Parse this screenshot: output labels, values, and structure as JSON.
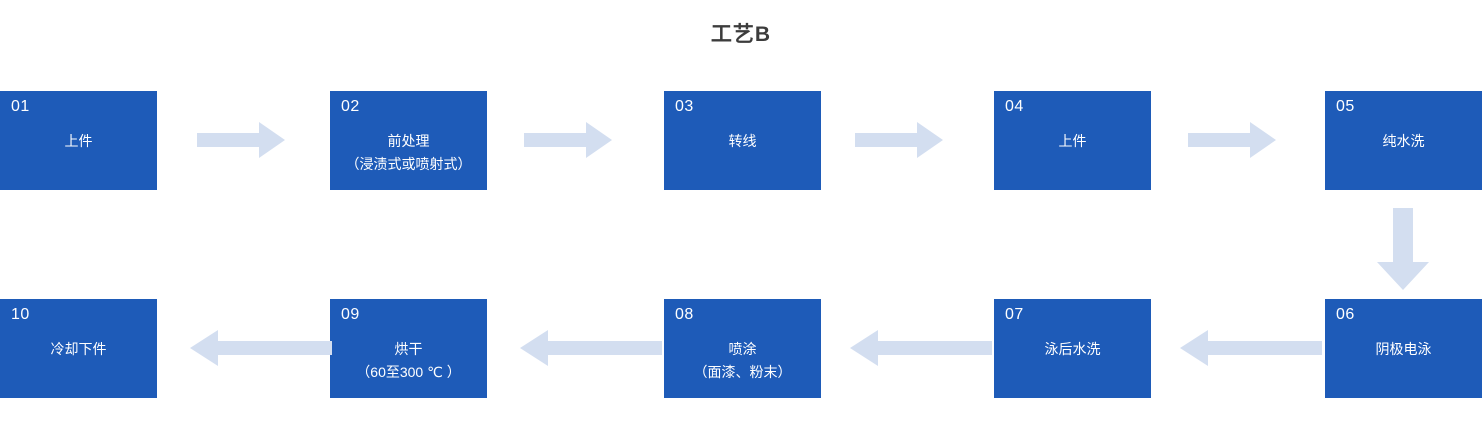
{
  "title": "工艺B",
  "colors": {
    "node_fill": "#1e5bb8",
    "node_text": "#ffffff",
    "arrow_fill": "#d3def0",
    "title_text": "#3c3c3c",
    "background": "#ffffff"
  },
  "flow": {
    "row1": [
      {
        "num": "01",
        "label": "上件",
        "sub": ""
      },
      {
        "num": "02",
        "label": "前处理",
        "sub": "（浸渍式或喷射式）"
      },
      {
        "num": "03",
        "label": "转线",
        "sub": ""
      },
      {
        "num": "04",
        "label": "上件",
        "sub": ""
      },
      {
        "num": "05",
        "label": "纯水洗",
        "sub": ""
      }
    ],
    "row2": [
      {
        "num": "06",
        "label": "阴极电泳",
        "sub": ""
      },
      {
        "num": "07",
        "label": "泳后水洗",
        "sub": ""
      },
      {
        "num": "08",
        "label": "喷涂",
        "sub": "（面漆、粉末）"
      },
      {
        "num": "09",
        "label": "烘干",
        "sub": "（60至300 ℃ ）"
      },
      {
        "num": "10",
        "label": "冷却下件",
        "sub": ""
      }
    ]
  },
  "connectors": [
    {
      "id": "arrow-1-2",
      "direction": "right",
      "from": "01",
      "to": "02"
    },
    {
      "id": "arrow-2-3",
      "direction": "right",
      "from": "02",
      "to": "03"
    },
    {
      "id": "arrow-3-4",
      "direction": "right",
      "from": "03",
      "to": "04"
    },
    {
      "id": "arrow-4-5",
      "direction": "right",
      "from": "04",
      "to": "05"
    },
    {
      "id": "arrow-5-6",
      "direction": "down",
      "from": "05",
      "to": "06"
    },
    {
      "id": "arrow-6-7",
      "direction": "left",
      "from": "06",
      "to": "07"
    },
    {
      "id": "arrow-7-8",
      "direction": "left",
      "from": "07",
      "to": "08"
    },
    {
      "id": "arrow-8-9",
      "direction": "left",
      "from": "08",
      "to": "09"
    },
    {
      "id": "arrow-9-10",
      "direction": "left",
      "from": "09",
      "to": "10"
    }
  ]
}
